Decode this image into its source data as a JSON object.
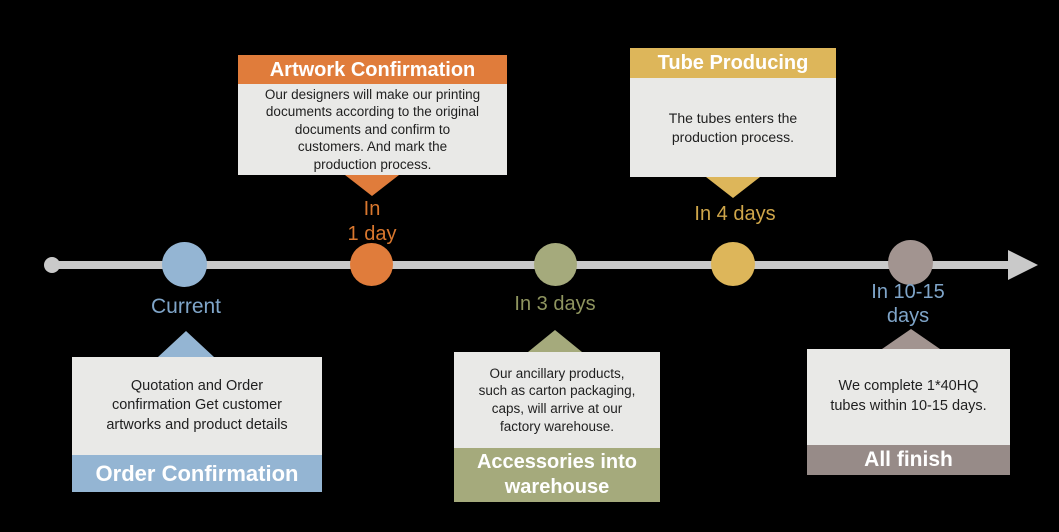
{
  "diagram_type": "process-timeline",
  "colors": {
    "background": "#000000",
    "timeline_line": "#c9c9c9",
    "box_body_bg": "#e9e9e7",
    "box_body_text": "#1f1f1f"
  },
  "stages": [
    {
      "name": "Order Confirmation",
      "description": "Quotation and Order\nconfirmation Get customer\nartworks and product details",
      "time_label": "Current",
      "color": "#94b5d3",
      "circle_color": "#94b5d3",
      "label_color": "#7fa5c9"
    },
    {
      "name": "Artwork Confirmation",
      "description": "Our designers will make our printing\ndocuments according to the original\ndocuments and confirm to\ncustomers. And mark the\nproduction process.",
      "time_label": "In\n1 day",
      "color": "#e07c3b",
      "circle_color": "#e07c3b",
      "label_color": "#d9772e"
    },
    {
      "name": "Accessories into\nwarehouse",
      "description": "Our ancillary products,\nsuch as carton packaging,\ncaps, will arrive at our\nfactory warehouse.",
      "time_label": "In 3 days",
      "color": "#a5aa7c",
      "circle_color": "#a5aa7c",
      "label_color": "#8f955f"
    },
    {
      "name": "Tube Producing",
      "description": "The tubes enters the\nproduction process.",
      "time_label": "In 4 days",
      "color": "#ddb65a",
      "circle_color": "#ddb65a",
      "label_color": "#cfa64a"
    },
    {
      "name": "All finish",
      "description": "We complete 1*40HQ\ntubes within 10-15 days.",
      "time_label": "In 10-15\ndays",
      "color": "#978b88",
      "circle_color": "#a29490",
      "label_color": "#7fa5c9"
    }
  ]
}
